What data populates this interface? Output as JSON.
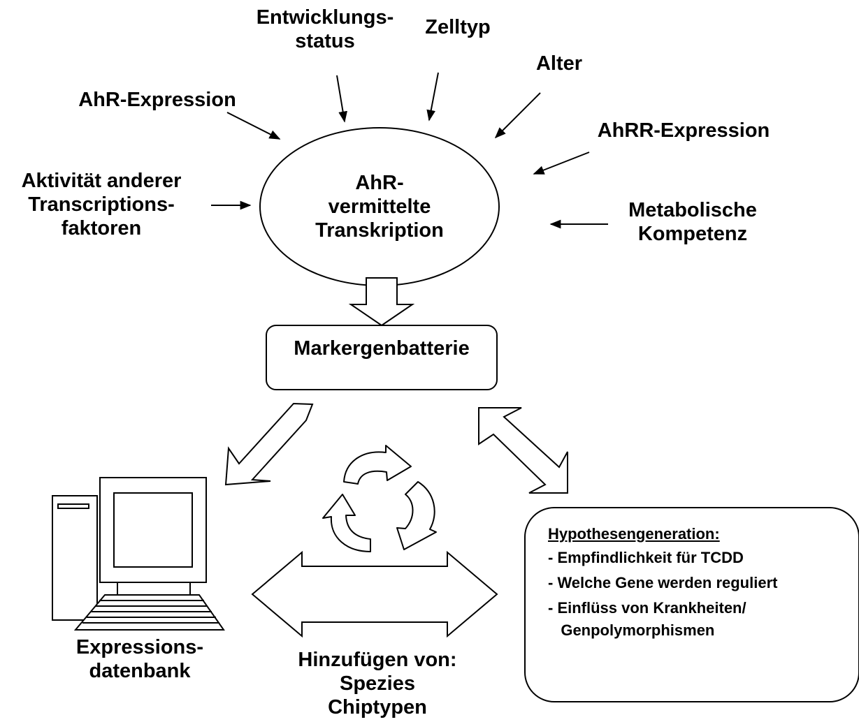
{
  "influences": {
    "entwicklungsstatus": [
      "Entwicklungs-",
      "status"
    ],
    "zelltyp": "Zelltyp",
    "alter": "Alter",
    "ahr_expression": "AhR-Expression",
    "ahrr_expression": "AhRR-Expression",
    "aktivitaet": [
      "Aktivität anderer",
      "Transcriptions-",
      "faktoren"
    ],
    "metabolische": [
      "Metabolische",
      "Kompetenz"
    ]
  },
  "center": [
    "AhR-",
    "vermittelte",
    "Transkription"
  ],
  "marker_box": "Markergenbatterie",
  "database": [
    "Expressions-",
    "datenbank"
  ],
  "additions": [
    "Hinzufügen von:",
    "Spezies",
    "Chiptypen"
  ],
  "hypothesis": {
    "title": "Hypothesengeneration:",
    "items": [
      "- Empfindlichkeit für TCDD",
      "- Welche Gene werden reguliert",
      "- Einflüss von Krankheiten/",
      "   Genpolymorphismen"
    ]
  },
  "colors": {
    "stroke": "#000000",
    "background": "#ffffff",
    "text": "#000000"
  }
}
